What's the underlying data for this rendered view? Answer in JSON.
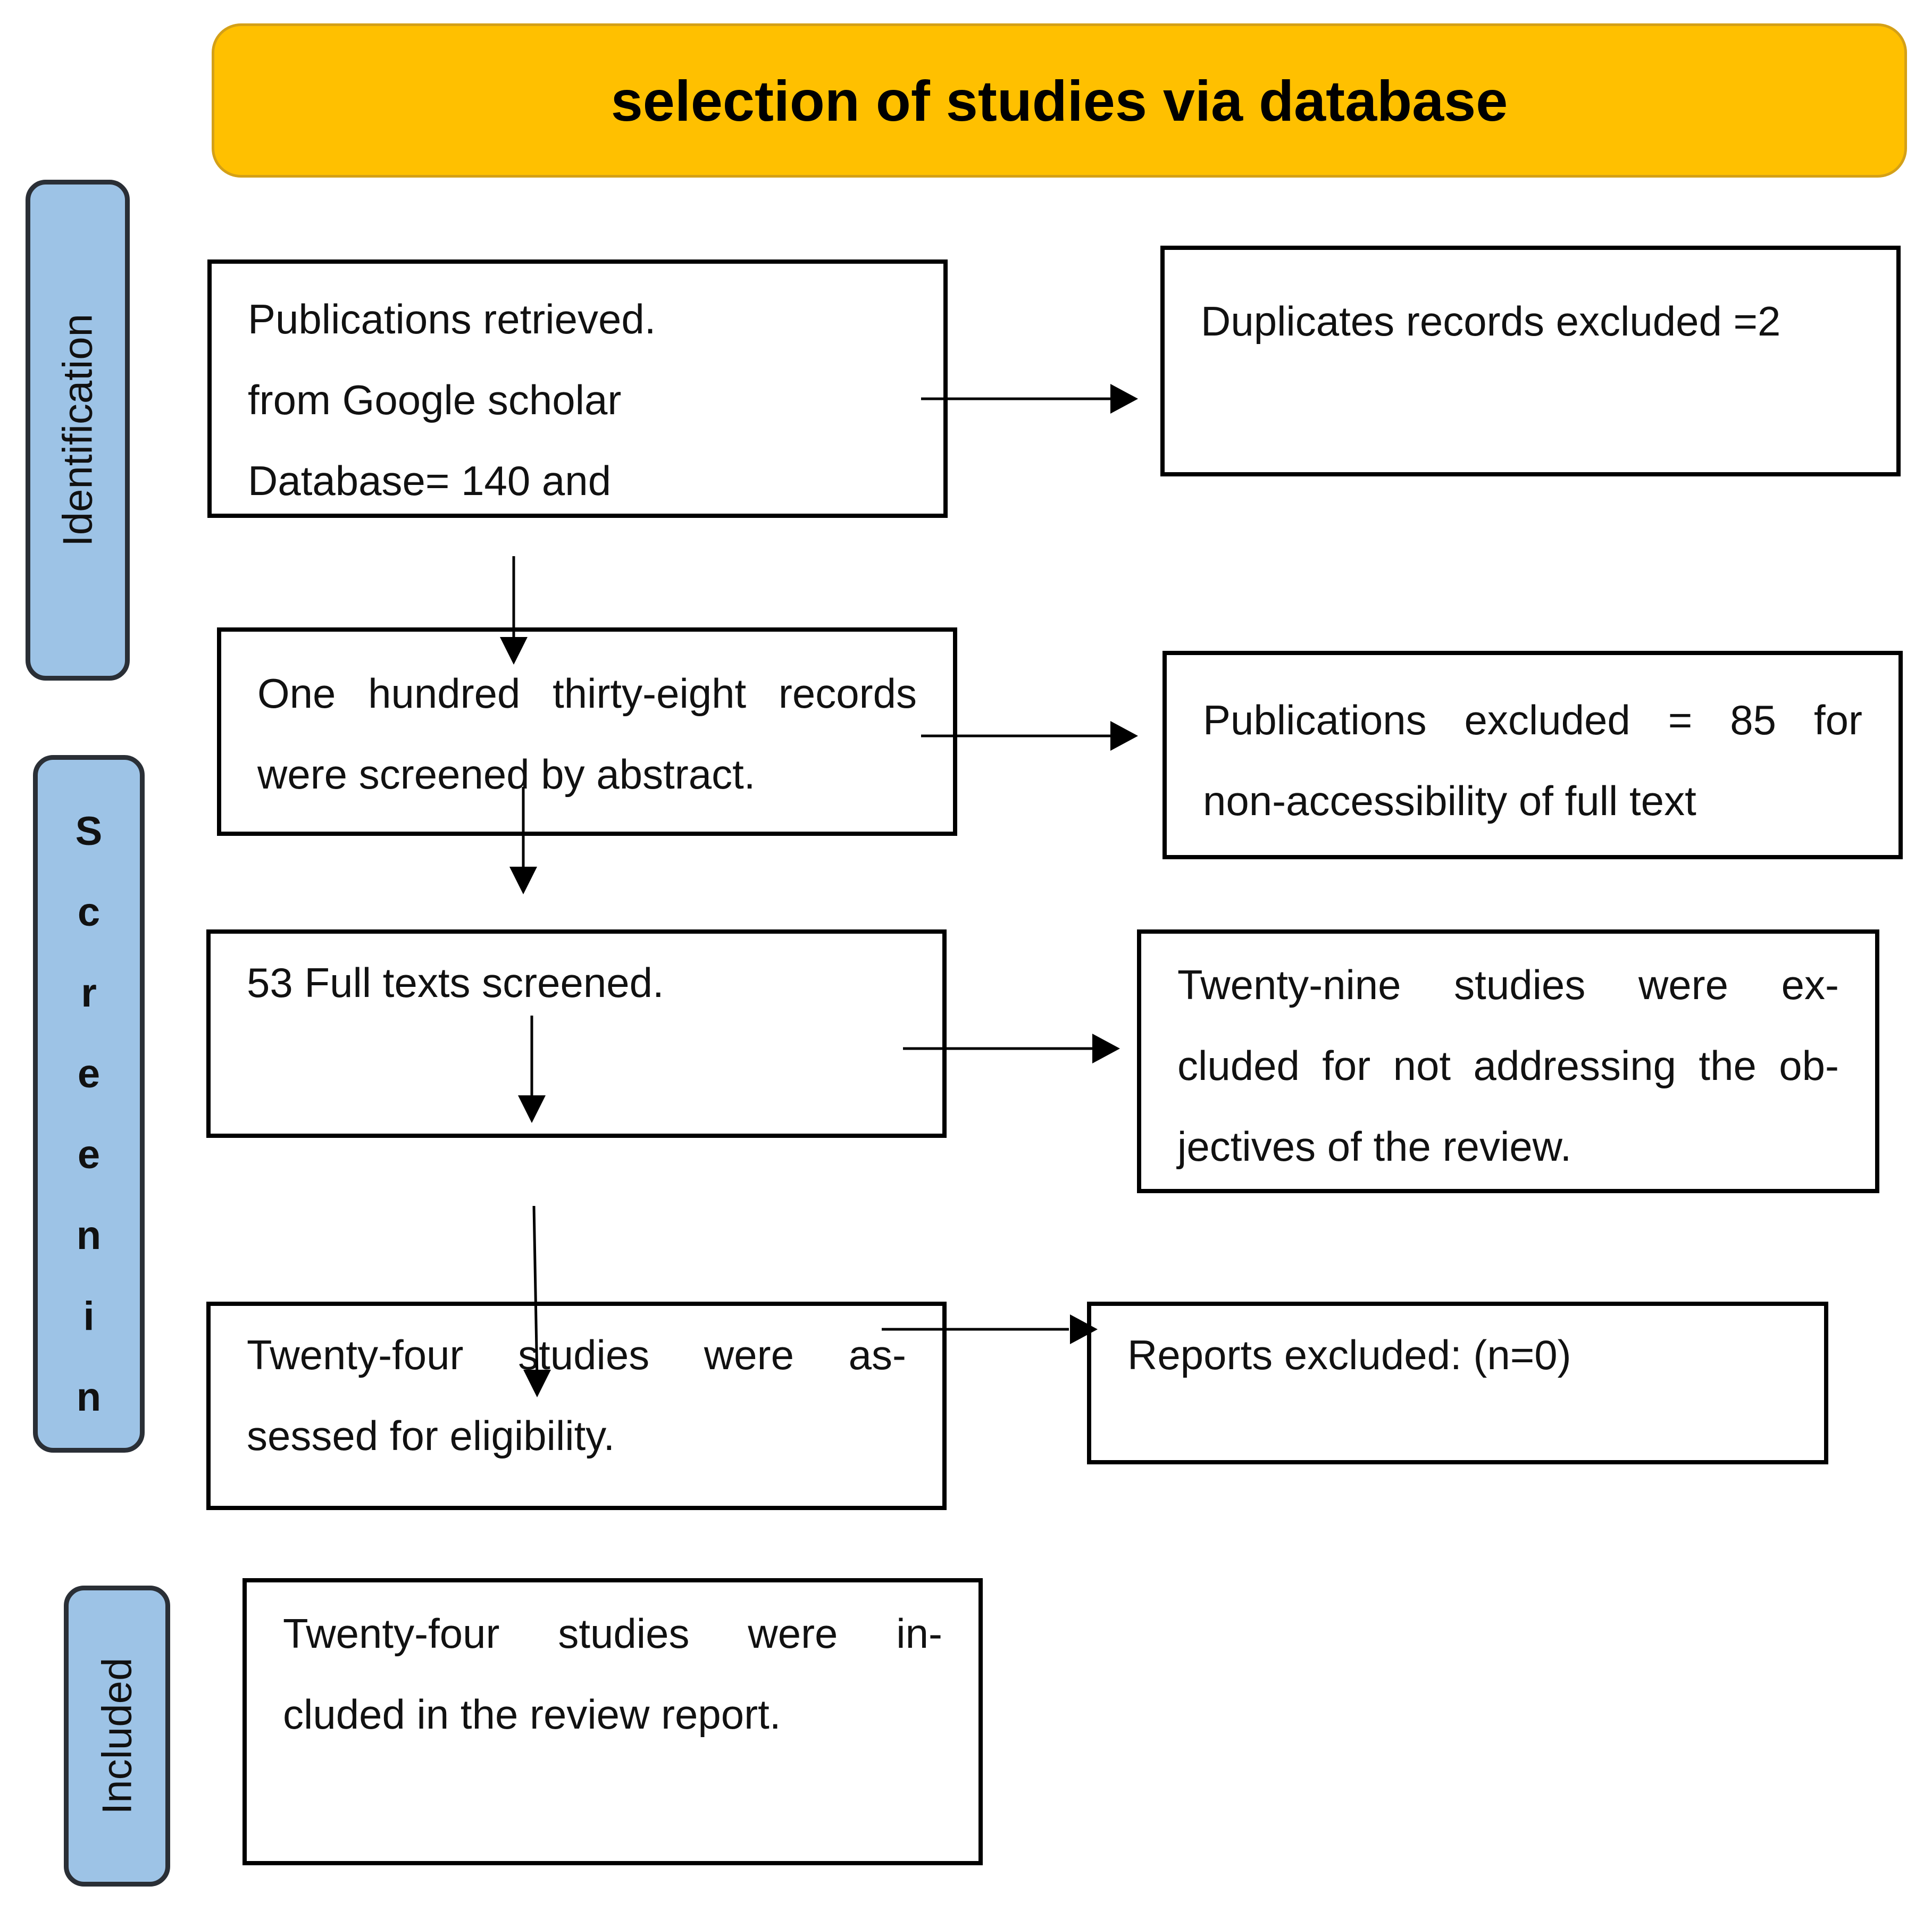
{
  "title": "selection of studies via database",
  "stages": {
    "identification": "Identification",
    "screening": [
      "S",
      "c",
      "r",
      "e",
      "e",
      "n",
      "i",
      "n"
    ],
    "included": "Included"
  },
  "boxes": {
    "retrieved": [
      "Publications retrieved.",
      "from Google scholar",
      "Database= 140 and"
    ],
    "duplicates": "Duplicates records excluded =2",
    "screened_abstract": [
      "One hundred thirty-eight records",
      "were screened by abstract."
    ],
    "excluded_access": [
      "Publications excluded = 85 for",
      "non-accessibility of full text"
    ],
    "full_texts": "53 Full texts screened.",
    "excluded_objectives": [
      "Twenty-nine studies were ex-",
      "cluded for not addressing the ob-",
      "jectives of the review."
    ],
    "eligibility": [
      "Twenty-four studies were as-",
      "sessed for eligibility."
    ],
    "reports_excluded": "Reports excluded: (n=0)",
    "included": [
      "Twenty-four studies were in-",
      "cluded in the review report."
    ]
  },
  "colors": {
    "banner": "#FFC000",
    "stage": "#9DC3E6"
  }
}
